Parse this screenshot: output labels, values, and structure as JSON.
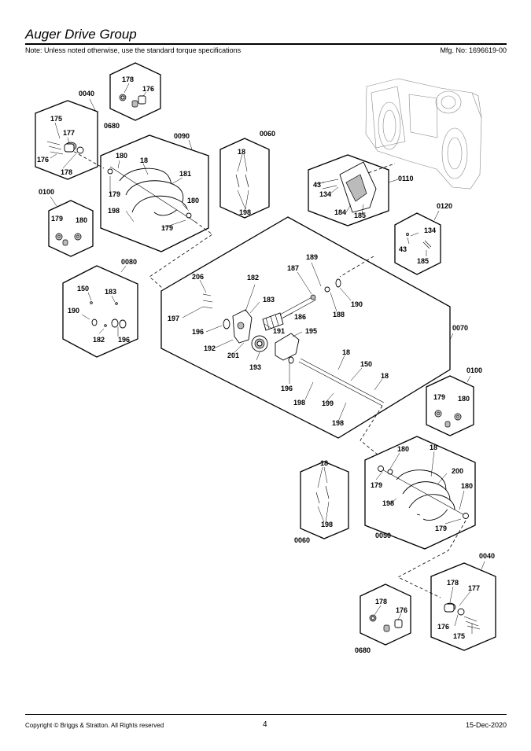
{
  "header": {
    "title": "Auger Drive Group",
    "note": "Note: Unless noted otherwise, use the standard torque specifications",
    "mfg": "Mfg. No: 1696619-00"
  },
  "footer": {
    "copyright": "Copyright ©  Briggs & Stratton. All Rights reserved",
    "page": "4",
    "date": "15-Dec-2020"
  },
  "groups": {
    "g0040_top": "0040",
    "g0680_top": "0680",
    "g0090": "0090",
    "g0060_top": "0060",
    "g0110": "0110",
    "g0100_top": "0100",
    "g0120": "0120",
    "g0080": "0080",
    "g0070": "0070",
    "g0100_bot": "0100",
    "g0060_bot": "0060",
    "g0050": "0050",
    "g0040_bot": "0040",
    "g0680_bot": "0680"
  },
  "labels": {
    "k0680t_178": "178",
    "k0680t_176": "176",
    "k0040t_175": "175",
    "k0040t_177": "177",
    "k0040t_176": "176",
    "k0040t_178": "178",
    "k0090_180a": "180",
    "k0090_18": "18",
    "k0090_181": "181",
    "k0090_179a": "179",
    "k0090_198": "198",
    "k0090_180b": "180",
    "k0090_179b": "179",
    "k0060t_18": "18",
    "k0060t_198": "198",
    "k0110_43": "43",
    "k0110_134": "134",
    "k0110_184": "184",
    "k0110_185": "185",
    "k0100t_179": "179",
    "k0100t_180": "180",
    "k0120_134": "134",
    "k0120_43": "43",
    "k0120_185": "185",
    "k0080_150": "150",
    "k0080_183": "183",
    "k0080_190": "190",
    "k0080_182": "182",
    "k0080_196": "196",
    "k0070_206": "206",
    "k0070_182": "182",
    "k0070_183": "183",
    "k0070_197": "197",
    "k0070_196a": "196",
    "k0070_192": "192",
    "k0070_201": "201",
    "k0070_193": "193",
    "k0070_189": "189",
    "k0070_187": "187",
    "k0070_190": "190",
    "k0070_188": "188",
    "k0070_186": "186",
    "k0070_191": "191",
    "k0070_195": "195",
    "k0070_18a": "18",
    "k0070_150": "150",
    "k0070_18b": "18",
    "k0070_196b": "196",
    "k0070_198a": "198",
    "k0070_199": "199",
    "k0070_198b": "198",
    "k0100b_179": "179",
    "k0100b_180": "180",
    "k0060b_18": "18",
    "k0060b_198": "198",
    "k0050_180a": "180",
    "k0050_18": "18",
    "k0050_200": "200",
    "k0050_179a": "179",
    "k0050_198": "198",
    "k0050_180b": "180",
    "k0050_179b": "179",
    "k0040b_178": "178",
    "k0040b_177": "177",
    "k0040b_176": "176",
    "k0040b_175": "175",
    "k0680b_178": "178",
    "k0680b_176": "176"
  },
  "colors": {
    "ink": "#000000",
    "ghost": "#888888",
    "fill": "#bbbbbb"
  }
}
